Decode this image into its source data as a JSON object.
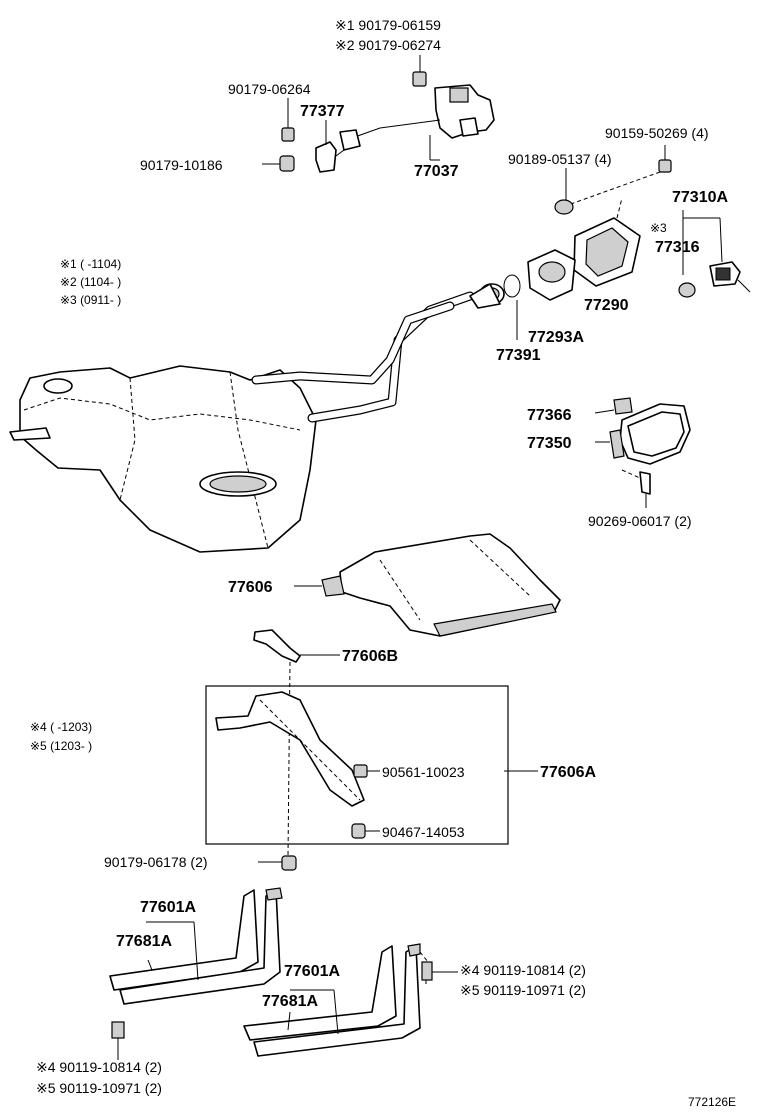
{
  "labels": {
    "p90179_06159": "※1 90179-06159",
    "p90179_06274": "※2 90179-06274",
    "p90179_06264": "90179-06264",
    "p77377": "77377",
    "p90179_10186": "90179-10186",
    "p77037": "77037",
    "p90159_50269": "90159-50269 (4)",
    "p90189_05137": "90189-05137 (4)",
    "p77310A": "77310A",
    "p77316_mark": "※3",
    "p77316": "77316",
    "p77290": "77290",
    "p77293A": "77293A",
    "p77391": "77391",
    "p77366": "77366",
    "p77350": "77350",
    "p90269_06017": "90269-06017 (2)",
    "p77606": "77606",
    "p77606B": "77606B",
    "p90561_10023": "90561-10023",
    "p77606A": "77606A",
    "p90467_14053": "90467-14053",
    "p90179_06178": "90179-06178 (2)",
    "p77601A_1": "77601A",
    "p77681A_1": "77681A",
    "p77601A_2": "77601A",
    "p77681A_2": "77681A",
    "p90119_10814_r": "※4 90119-10814 (2)",
    "p90119_10971_r": "※5 90119-10971 (2)",
    "p90119_10814_l": "※4 90119-10814 (2)",
    "p90119_10971_l": "※5 90119-10971 (2)"
  },
  "notes": {
    "n1": "※1 (    -1104)",
    "n2": "※2 (1104-    )",
    "n3": "※3 (0911-    )",
    "n4": "※4 (    -1203)",
    "n5": "※5 (1203-    )"
  },
  "figure_code": "772126E"
}
